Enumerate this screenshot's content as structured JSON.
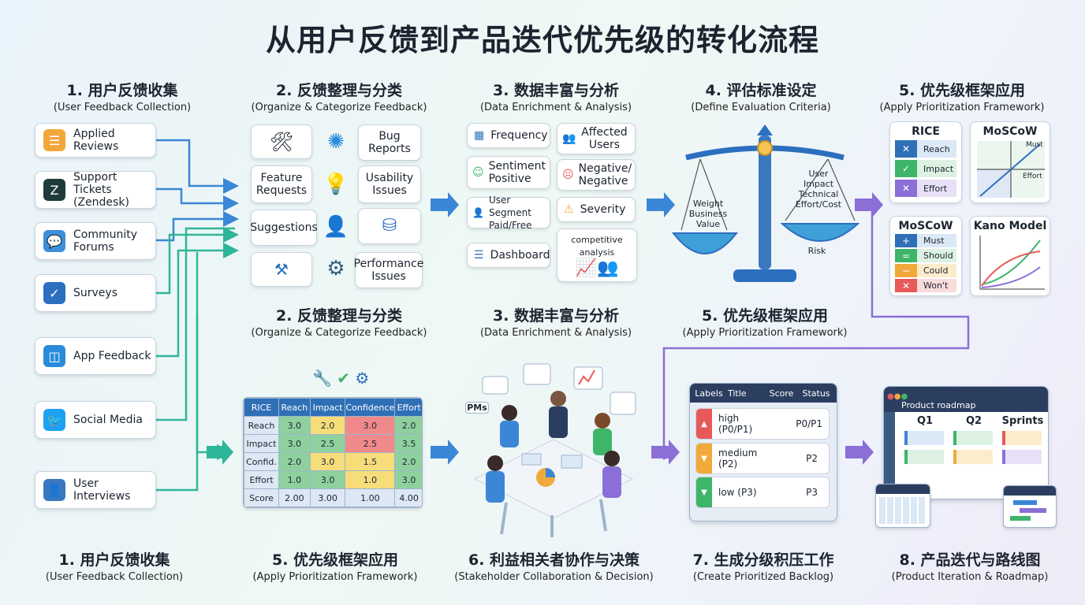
{
  "title": "从用户反馈到产品迭代优先级的转化流程",
  "sections": {
    "s1": {
      "zh": "1. 用户反馈收集",
      "en": "(User Feedback Collection)"
    },
    "s2": {
      "zh": "2. 反馈整理与分类",
      "en": "(Organize & Categorize Feedback)"
    },
    "s3": {
      "zh": "3. 数据丰富与分析",
      "en": "(Data Enrichment & Analysis)"
    },
    "s4": {
      "zh": "4. 评估标准设定",
      "en": "(Define Evaluation Criteria)"
    },
    "s5": {
      "zh": "5. 优先级框架应用",
      "en": "(Apply Prioritization Framework)"
    },
    "m2": {
      "zh": "2. 反馈整理与分类",
      "en": "(Organize & Categorize Feedback)"
    },
    "m3": {
      "zh": "3. 数据丰富与分析",
      "en": "(Data Enrichment & Analysis)"
    },
    "m5": {
      "zh": "5. 优先级框架应用",
      "en": "(Apply Prioritization Framework)"
    },
    "b1": {
      "zh": "1. 用户反馈收集",
      "en": "(User Feedback Collection)"
    },
    "b5": {
      "zh": "5. 优先级框架应用",
      "en": "(Apply Prioritization Framework)"
    },
    "b6": {
      "zh": "6. 利益相关者协作与决策",
      "en": "(Stakeholder Collaboration & Decision)"
    },
    "b7": {
      "zh": "7. 生成分级积压工作",
      "en": "(Create Prioritized Backlog)"
    },
    "b8": {
      "zh": "8. 产品迭代与路线图",
      "en": "(Product Iteration & Roadmap)"
    }
  },
  "sources": [
    {
      "label": "Applied Reviews",
      "icon": "review-icon",
      "color": "#f2a73b"
    },
    {
      "label": "Support Tickets (Zendesk)",
      "icon": "zendesk-icon",
      "color": "#1f3b3a"
    },
    {
      "label": "Community Forums",
      "icon": "forum-icon",
      "color": "#3c8fd8"
    },
    {
      "label": "Surveys",
      "icon": "clipboard-icon",
      "color": "#2c6fbf"
    },
    {
      "label": "App Feedback",
      "icon": "app-feedback-icon",
      "color": "#2a8bdc"
    },
    {
      "label": "Social Media",
      "icon": "twitter-icon",
      "color": "#1da1f2"
    },
    {
      "label": "User Interviews",
      "icon": "user-icon",
      "color": "#3a78c0"
    }
  ],
  "categories": {
    "bug": "Bug Reports",
    "feature": "Feature Requests",
    "usability": "Usability Issues",
    "suggestions": "Suggestions",
    "performance": "Performance Issues"
  },
  "enrichment": {
    "frequency": "Frequency",
    "affected": "Affected Users",
    "sentiment": "Sentiment Positive",
    "negative": "Negative/ Negative",
    "segment": "User Segment Paid/Free",
    "severity": "Severity",
    "dashboard": "Dashboard",
    "competitive": "competitive analysis"
  },
  "scale": {
    "left": "Weight Business Value",
    "right": "User Impact Technical Effort/Cost",
    "risk": "Risk"
  },
  "frameworks": {
    "rice": {
      "title": "RICE",
      "items": [
        "Reach",
        "Impact",
        "Effort"
      ]
    },
    "moscow_chart": {
      "title": "MoSCoW",
      "must": "Must",
      "effort": "Effort"
    },
    "moscow": {
      "title": "MoSCoW",
      "items": [
        "Must",
        "Should",
        "Could",
        "Won't"
      ]
    },
    "kano": {
      "title": "Kano Model"
    }
  },
  "rice_table": {
    "headers": [
      "RICE",
      "Reach",
      "Impact",
      "Confidence",
      "Effort"
    ],
    "rows": [
      {
        "label": "Reach",
        "cells": [
          "3.0",
          "2.0",
          "3.0",
          "2.0"
        ]
      },
      {
        "label": "Impact",
        "cells": [
          "3.0",
          "2.5",
          "2.5",
          "3.5"
        ]
      },
      {
        "label": "Confid.",
        "cells": [
          "2.0",
          "3.0",
          "1.5",
          "2.0"
        ]
      },
      {
        "label": "Effort",
        "cells": [
          "1.0",
          "3.0",
          "1.0",
          "3.0"
        ]
      },
      {
        "label": "Score",
        "cells": [
          "2.00",
          "3.00",
          "1.00",
          "4.00"
        ]
      }
    ]
  },
  "meeting": {
    "tag": "PMs"
  },
  "backlog": {
    "headers": [
      "Labels",
      "Title",
      "Score",
      "Status"
    ],
    "items": [
      {
        "label": "high (P0/P1)",
        "status": "P0/P1",
        "color": "#e85a5a"
      },
      {
        "label": "medium (P2)",
        "status": "P2",
        "color": "#f2a93b"
      },
      {
        "label": "low (P3)",
        "status": "P3",
        "color": "#3fb56a"
      }
    ]
  },
  "roadmap": {
    "title": "Product roadmap",
    "columns": [
      "Q1",
      "Q2",
      "Sprints"
    ]
  }
}
